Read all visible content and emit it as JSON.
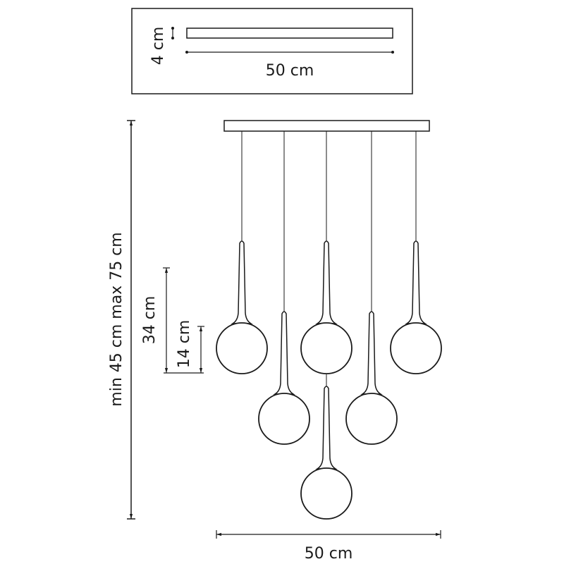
{
  "top_view": {
    "height_label": "4 cm",
    "width_label": "50 cm"
  },
  "side_view": {
    "overall_height_label": "min 45 cm max 75 cm",
    "pendant_height_label": "34 cm",
    "globe_diameter_label": "14 cm",
    "width_label": "50 cm",
    "pendant_count": 6
  },
  "colors": {
    "line": "#1a1a1a",
    "background": "#ffffff"
  }
}
